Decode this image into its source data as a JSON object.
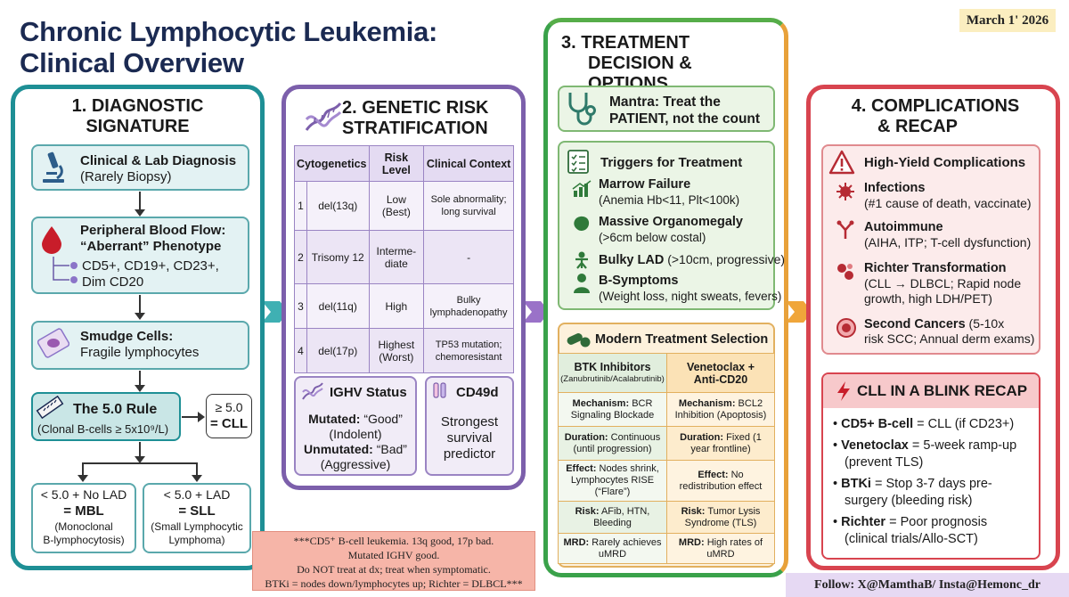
{
  "header": {
    "title_line1": "Chronic Lymphocytic Leukemia:",
    "title_line2": "Clinical Overview",
    "date": "March 1' 2026"
  },
  "footer": {
    "follow": "Follow: X@MamthaB/ Insta@Hemonc_dr",
    "note_line1": "***CD5⁺ B-cell leukemia. 13q good, 17p bad.",
    "note_line2": "Mutated IGHV good.",
    "note_line3": "Do NOT treat at dx; treat when symptomatic.",
    "note_line4": "BTKi = nodes down/lymphocytes up; Richter = DLBCL***"
  },
  "panel1": {
    "title_line1": "1. DIAGNOSTIC",
    "title_line2": "SIGNATURE",
    "clinical_title": "Clinical & Lab Diagnosis",
    "clinical_sub": "(Rarely Biopsy)",
    "flow_title1": "Peripheral Blood Flow:",
    "flow_title2": "“Aberrant” Phenotype",
    "flow_line1": "CD5+, CD19+, CD23+,",
    "flow_line2": "Dim CD20",
    "smudge_title": "Smudge Cells:",
    "smudge_sub": "Fragile lymphocytes",
    "rule_title": "The 5.0 Rule",
    "rule_sub": "(Clonal B-cells ≥ 5x10⁹/L)",
    "cll_line1": "≥ 5.0",
    "cll_line2": "= CLL",
    "mbl_line1": "< 5.0 + No LAD",
    "mbl_line2": "= MBL",
    "mbl_line3": "(Monoclonal",
    "mbl_line4": "B-lymphocytosis)",
    "sll_line1": "< 5.0 + LAD",
    "sll_line2": "= SLL",
    "sll_line3": "(Small Lymphocytic",
    "sll_line4": "Lymphoma)"
  },
  "panel2": {
    "title_line1": "2. GENETIC RISK",
    "title_line2": "STRATIFICATION",
    "table": {
      "headers": [
        "Cytogenetics",
        "Risk Level",
        "Clinical Context"
      ],
      "rows": [
        {
          "num": "1",
          "cyto": "del(13q)",
          "risk": "Low (Best)",
          "context": "Sole abnormality; long survival"
        },
        {
          "num": "2",
          "cyto": "Trisomy 12",
          "risk": "Interme-diate",
          "context": "-"
        },
        {
          "num": "3",
          "cyto": "del(11q)",
          "risk": "High",
          "context": "Bulky lymphadenopathy"
        },
        {
          "num": "4",
          "cyto": "del(17p)",
          "risk": "Highest (Worst)",
          "context": "TP53 mutation; chemoresistant"
        }
      ]
    },
    "ighv_title": "IGHV Status",
    "ighv_mut_label": "Mutated:",
    "ighv_mut_val": "“Good”",
    "ighv_mut_sub": "(Indolent)",
    "ighv_unmut_label": "Unmutated:",
    "ighv_unmut_val": "“Bad”",
    "ighv_unmut_sub": "(Aggressive)",
    "cd49d_title": "CD49d",
    "cd49d_line1": "Strongest",
    "cd49d_line2": "survival",
    "cd49d_line3": "predictor"
  },
  "panel3": {
    "title_line1": "3. TREATMENT",
    "title_line2": "DECISION & OPTIONS",
    "mantra_line1": "Mantra: Treat the",
    "mantra_line2": "PATIENT, not the count",
    "triggers_title": "Triggers for Treatment",
    "trig1_title": "Marrow Failure",
    "trig1_sub": "(Anemia Hb<11, Plt<100k)",
    "trig2_title": "Massive Organomegaly",
    "trig2_sub": "(>6cm below costal)",
    "trig3_title": "Bulky LAD",
    "trig3_sub": " (>10cm, progressive)",
    "trig4_title": "B-Symptoms",
    "trig4_sub": "(Weight loss, night sweats, fevers)",
    "modern_title": "Modern Treatment Selection",
    "btk_title": "BTK Inhibitors",
    "btk_sub": "(Zanubrutinib/Acalabrutinib)",
    "ven_title1": "Venetoclax +",
    "ven_title2": "Anti-CD20",
    "rows": [
      {
        "btk_label": "Mechanism:",
        "btk_val": "BCR Signaling Blockade",
        "ven_label": "Mechanism:",
        "ven_val": "BCL2 Inhibition (Apoptosis)"
      },
      {
        "btk_label": "Duration:",
        "btk_val": "Continuous (until progression)",
        "ven_label": "Duration:",
        "ven_val": "Fixed (1 year frontline)"
      },
      {
        "btk_label": "Effect:",
        "btk_val": "Nodes shrink, Lymphocytes RISE (“Flare”)",
        "ven_label": "Effect:",
        "ven_val": "No redistribution effect"
      },
      {
        "btk_label": "Risk:",
        "btk_val": "AFib, HTN, Bleeding",
        "ven_label": "Risk:",
        "ven_val": "Tumor Lysis Syndrome (TLS)"
      },
      {
        "btk_label": "MRD:",
        "btk_val": "Rarely achieves uMRD",
        "ven_label": "MRD:",
        "ven_val": "High rates of uMRD"
      }
    ]
  },
  "panel4": {
    "title_line1": "4. COMPLICATIONS",
    "title_line2": "& RECAP",
    "comp_title": "High-Yield Complications",
    "c1_title": "Infections",
    "c1_sub": "(#1 cause of death, vaccinate)",
    "c2_title": "Autoimmune",
    "c2_sub": "(AIHA, ITP; T-cell dysfunction)",
    "c3_title": "Richter Transformation",
    "c3_sub1": "(CLL → DLBCL; Rapid node",
    "c3_sub2": "growth, high LDH/PET)",
    "c4_title": "Second Cancers",
    "c4_sub1": " (5-10x",
    "c4_sub2": "risk SCC; Annual derm exams)",
    "recap_title": "CLL IN A BLINK RECAP",
    "r1_bold": "CD5+ B-cell",
    "r1_rest": " = CLL (if CD23+)",
    "r2_bold": "Venetoclax",
    "r2_rest": " = 5-week ramp-up",
    "r2_line2": "(prevent TLS)",
    "r3_bold": "BTKi",
    "r3_rest": " = Stop 3-7 days pre-",
    "r3_line2": "surgery (bleeding risk)",
    "r4_bold": "Richter",
    "r4_rest": " = Poor prognosis",
    "r4_line2": "(clinical trials/Allo-SCT)"
  },
  "colors": {
    "teal": "#1e8f95",
    "purple": "#7c5fab",
    "green": "#3aa24a",
    "orange": "#e8a13a",
    "red": "#d8444f",
    "title_navy": "#1b2a52"
  },
  "icons": [
    "microscope-icon",
    "blood-drop-icon",
    "smudge-cell-icon",
    "ruler-icon",
    "dna-icon",
    "stethoscope-icon",
    "checklist-icon",
    "chart-icon",
    "organ-icon",
    "lymph-icon",
    "person-icon",
    "pills-icon",
    "warning-icon",
    "virus-icon",
    "autoimmune-icon",
    "transform-icon",
    "cancer-cell-icon",
    "lightning-icon"
  ]
}
